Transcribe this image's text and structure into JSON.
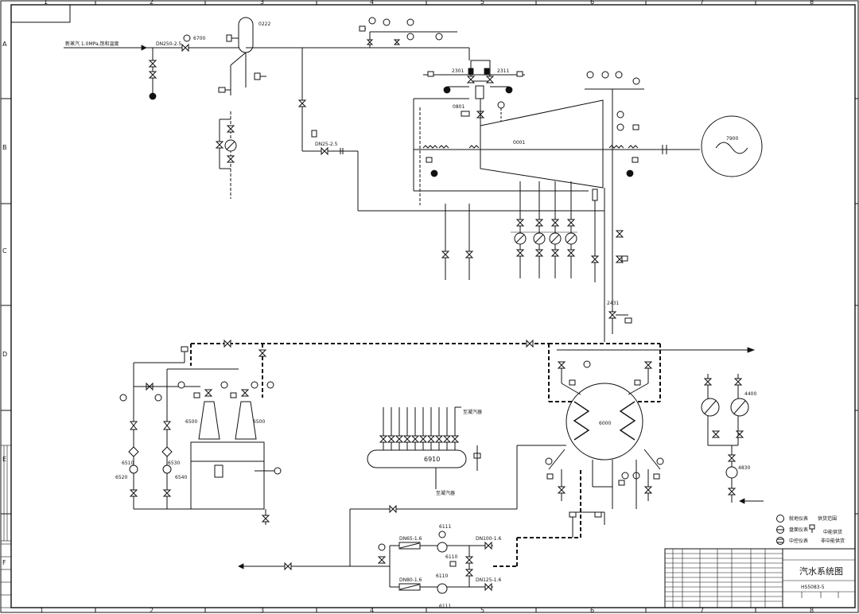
{
  "frame": {
    "cols": [
      "1",
      "2",
      "3",
      "4",
      "5",
      "6",
      "7",
      "8"
    ],
    "rows": [
      "A",
      "B",
      "C",
      "D",
      "E",
      "F"
    ]
  },
  "labels": {
    "steam_in": "新蒸汽 1.0MPa,饱和温度",
    "pipe_dn": "DN250-2.5",
    "v6700": "6700",
    "tag0222": "0222",
    "tag2301": "2301",
    "tag2311": "2311",
    "tag0801": "0801",
    "tag0001": "0001",
    "tag7900": "7900",
    "tag2431": "2431",
    "tag6000": "6000",
    "tag4400": "4400",
    "tag4830": "4830",
    "tag6500a": "6500",
    "tag6500b": "6500",
    "tag6910": "6910",
    "to_ext1": "至凝汽器",
    "to_ext2": "至凝汽器",
    "tag6110a": "6110",
    "tag6110b": "6110",
    "tag6111a": "6111",
    "tag6111b": "6111",
    "tag6510": "6510",
    "tag6520": "6520",
    "tag6530": "6530",
    "tag6540": "6540"
  },
  "legend": [
    {
      "symbol": "local",
      "text": "就地仪表",
      "extra": "供货范围"
    },
    {
      "symbol": "panel",
      "text": "盘面仪表",
      "extra": "中能供货"
    },
    {
      "symbol": "dcs",
      "text": "中控仪表",
      "extra": "非中能供货"
    }
  ],
  "titleblock": {
    "title": "汽水系统图",
    "drawing_no": "HS5083-5"
  },
  "colors": {
    "line": "#111111",
    "paper": "#ffffff"
  }
}
